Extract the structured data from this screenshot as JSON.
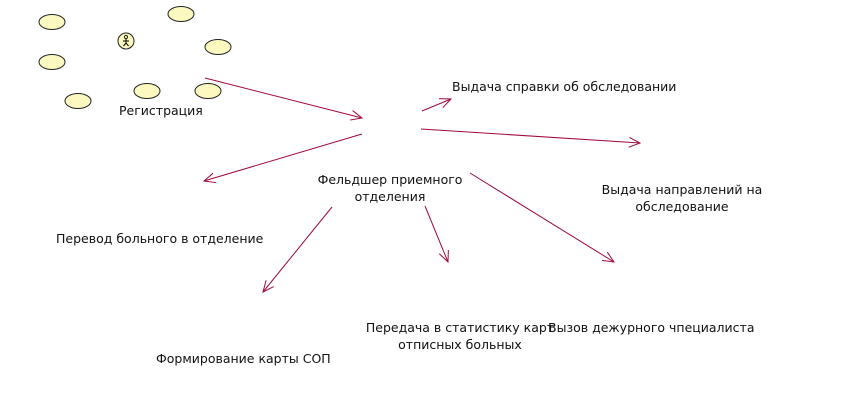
{
  "colors": {
    "arrow": "#a00a3a",
    "usecase_fill": "#fbf8c0",
    "usecase_stroke": "#222222",
    "actor": "#000000"
  },
  "icons": {
    "actor": "actor-icon",
    "usecase": "use-case-ellipse-icon"
  },
  "labels": {
    "registration": "Регистрация",
    "actor": "Фельдшер приемного\nотделения",
    "issue_certificate": "Выдача справки об обследовании",
    "issue_referrals": "Выдача направлений на\nобследование",
    "transfer_patient": "Перевод больного в отделение",
    "form_card": "Формирование карты СОП",
    "transfer_stats": "Передача в статистику карт\nотписных больных",
    "call_specialist": "Вызов дежурного чпециалиста"
  }
}
